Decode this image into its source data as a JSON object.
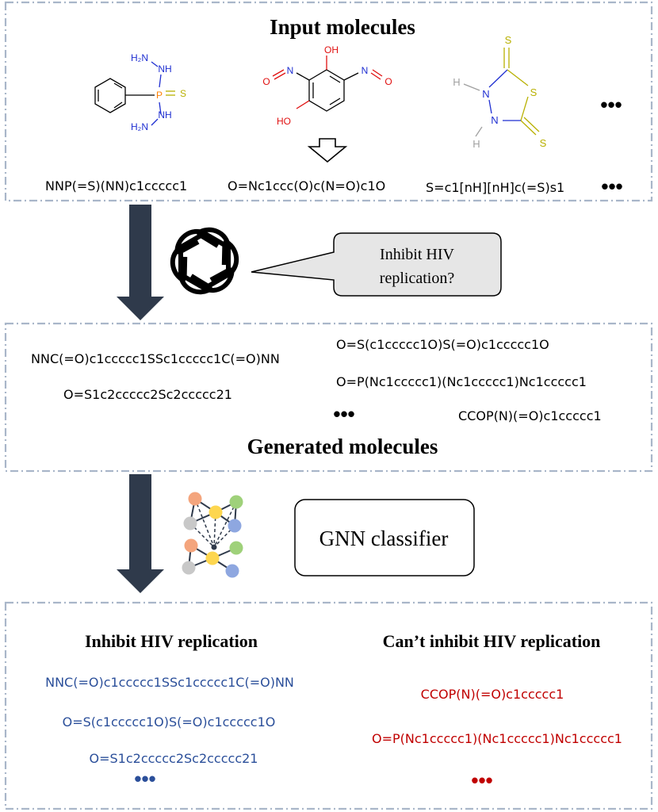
{
  "input_section": {
    "title": "Input molecules",
    "molecules": [
      {
        "atoms": [
          "H₂N",
          "NH",
          "P",
          "S",
          "NH",
          "H₂N"
        ],
        "smiles": "NNP(=S)(NN)c1ccccc1"
      },
      {
        "atoms": [
          "OH",
          "O",
          "N",
          "N",
          "O",
          "HO"
        ],
        "smiles": "O=Nc1ccc(O)c(N=O)c1O"
      },
      {
        "atoms": [
          "S",
          "H",
          "N",
          "S",
          "N",
          "H",
          "S"
        ],
        "smiles": "S=c1[nH][nH]c(=S)s1"
      }
    ],
    "more": "•••"
  },
  "llm_query": {
    "icon": "openai-logo-icon",
    "bubble_lines": [
      "Inhibit HIV",
      "replication?"
    ]
  },
  "generated_section": {
    "title": "Generated molecules",
    "smiles": [
      "NNC(=O)c1ccccc1SSc1ccccc1C(=O)NN",
      "O=S(c1ccccc1O)S(=O)c1ccccc1O",
      "O=S1c2ccccc2Sc2ccccc21",
      "O=P(Nc1ccccc1)(Nc1ccccc1)Nc1ccccc1",
      "CCOP(N)(=O)c1ccccc1"
    ],
    "more": "•••"
  },
  "classifier": {
    "icon": "graph-network-icon",
    "label": "GNN classifier"
  },
  "results": {
    "positive": {
      "title": "Inhibit HIV replication",
      "smiles": [
        "NNC(=O)c1ccccc1SSc1ccccc1C(=O)NN",
        "O=S(c1ccccc1O)S(=O)c1ccccc1O",
        "O=S1c2ccccc2Sc2ccccc21"
      ],
      "more": "•••"
    },
    "negative": {
      "title": "Can’t inhibit HIV replication",
      "smiles": [
        "CCOP(N)(=O)c1ccccc1",
        "O=P(Nc1ccccc1)(Nc1ccccc1)Nc1ccccc1"
      ],
      "more": "•••"
    }
  },
  "colors": {
    "frame": "#a9b6c9",
    "arrow": "#2f3a4b",
    "nitrogen": "#1f2fd1",
    "oxygen": "#e01010",
    "sulfur": "#b8b000",
    "phosphorus": "#ff8000",
    "hydrogen": "#a0a0a0",
    "positive_text": "#2b4f9a",
    "negative_text": "#c00000"
  }
}
